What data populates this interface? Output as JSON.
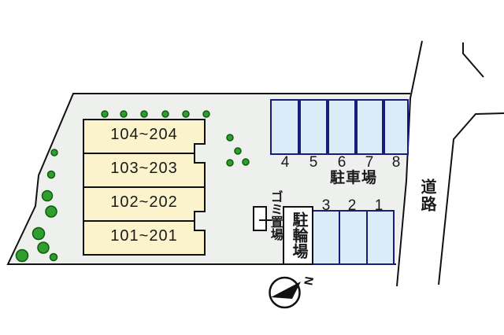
{
  "site": {
    "building": {
      "rooms": [
        "104~204",
        "103~203",
        "102~202",
        "101~201"
      ]
    },
    "parking_top": {
      "label": "駐車場",
      "spaces": [
        "4",
        "5",
        "6",
        "7",
        "8"
      ]
    },
    "parking_bottom": {
      "spaces": [
        "3",
        "2",
        "1"
      ]
    },
    "bicycle_area": {
      "label": "駐輪場"
    },
    "garbage_area": {
      "label": "ゴミ置場"
    },
    "road": {
      "label": "道路"
    },
    "compass": {
      "label": "N"
    }
  },
  "colors": {
    "site_fill": "#eef0ee",
    "building_fill": "#faf3cb",
    "parking_fill": "#d9ecf8",
    "parking_border": "#1b1b78",
    "tree_fill": "#2f9e2f",
    "tree_border": "#0e5c0e",
    "outline": "#111111"
  }
}
